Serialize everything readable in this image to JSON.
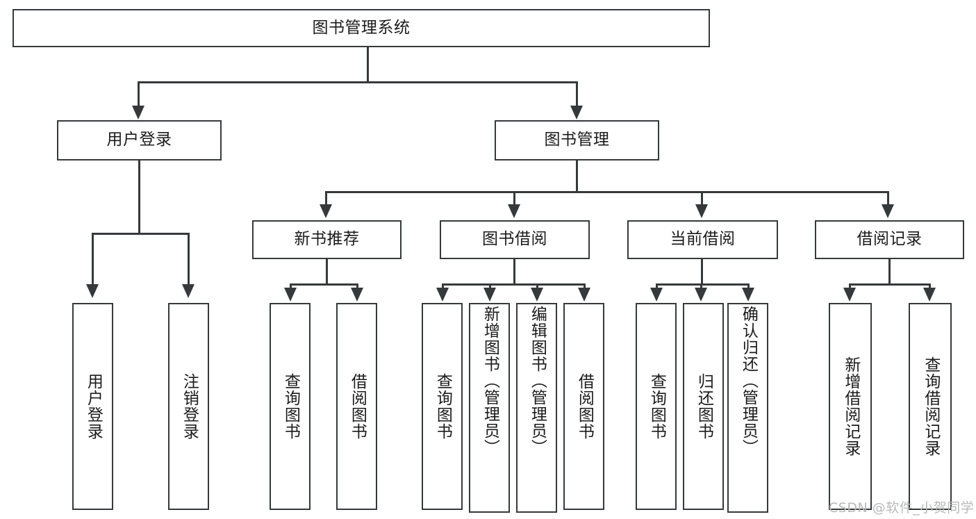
{
  "diagram": {
    "title": "图书管理系统",
    "root": {
      "label": "图书管理系统"
    },
    "level2": [
      {
        "label": "用户登录"
      },
      {
        "label": "图书管理"
      }
    ],
    "level3": [
      {
        "label": "新书推荐"
      },
      {
        "label": "图书借阅"
      },
      {
        "label": "当前借阅"
      },
      {
        "label": "借阅记录"
      }
    ],
    "leaves": {
      "user_login": [
        {
          "label": "用户登录"
        },
        {
          "label": "注销登录"
        }
      ],
      "new_book_recommend": [
        {
          "label": "查询图书"
        },
        {
          "label": "借阅图书"
        }
      ],
      "book_borrow": [
        {
          "label": "查询图书"
        },
        {
          "label": "新增图书（管理员）"
        },
        {
          "label": "编辑图书（管理员）"
        },
        {
          "label": "借阅图书"
        }
      ],
      "current_borrow": [
        {
          "label": "查询图书"
        },
        {
          "label": "归还图书"
        },
        {
          "label": "确认归还（管理员）"
        }
      ],
      "borrow_record": [
        {
          "label": "新增借阅记录"
        },
        {
          "label": "查询借阅记录"
        }
      ]
    },
    "watermark": "CSDN @软件_小贺同学",
    "colors": {
      "stroke": "#36393b",
      "text": "#1b1b1b",
      "background": "#ffffff",
      "watermark": "#b9b9b9"
    }
  }
}
